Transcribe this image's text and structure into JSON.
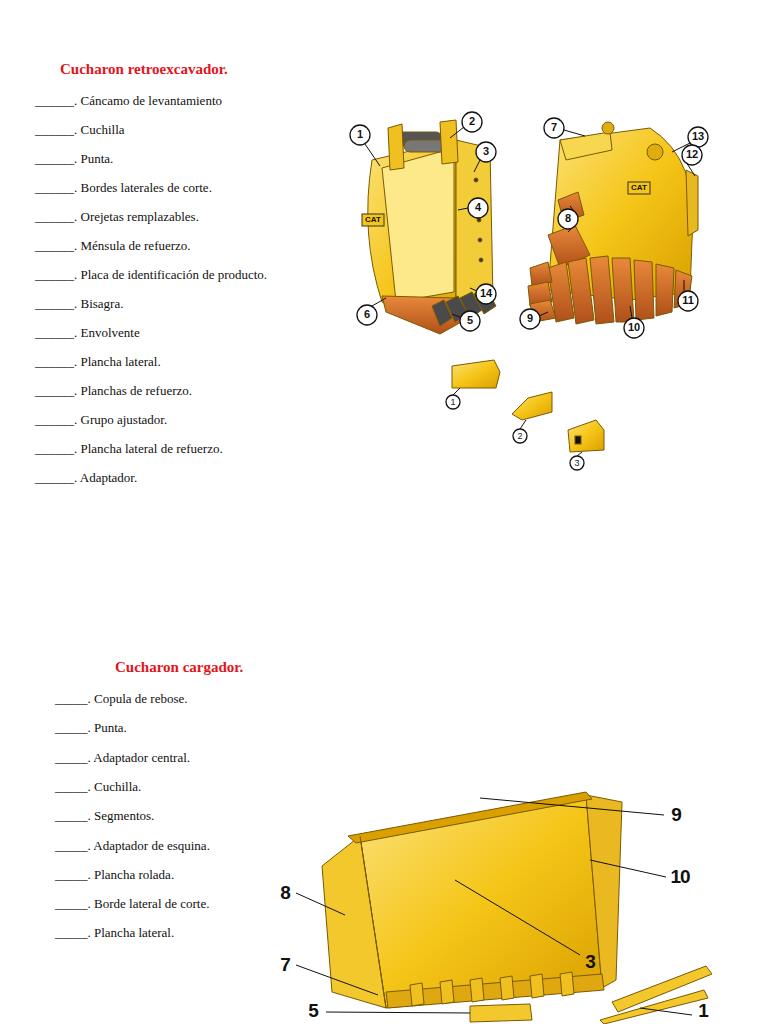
{
  "diagram": {
    "title": "Cucharon retroexcavador.",
    "labels": [
      "______. Cáncamo de levantamiento",
      "______. Cuchilla",
      "______. Punta.",
      "______. Bordes laterales de corte.",
      "______. Orejetas remplazables.",
      "______. Ménsula de refuerzo.",
      "______. Placa de identificación de producto.",
      "______. Bisagra.",
      "______. Envolvente",
      "______. Plancha lateral.",
      "______. Planchas de refuerzo.",
      "______. Grupo ajustador.",
      "______. Plancha lateral de refuerzo.",
      "______. Adaptador.",
      "Cucharon cargador.",
      "_____. Copula de rebose.",
      "_____. Punta.",
      "_____. Adaptador central.",
      "_____. Cuchilla.",
      "_____. Segmentos.",
      "_____. Adaptador de esquina.",
      "_____. Plancha rolada.",
      "_____. Borde lateral de corte.",
      "_____. Plancha lateral.",
      "1",
      "2",
      "3",
      "4",
      "6",
      "14",
      "5",
      "7",
      "13",
      "12",
      "8",
      "9",
      "10",
      "11",
      "1",
      "2",
      "3",
      "9",
      "10",
      "8",
      "3",
      "7",
      "5",
      "1",
      "CAT",
      "CAT"
    ]
  }
}
